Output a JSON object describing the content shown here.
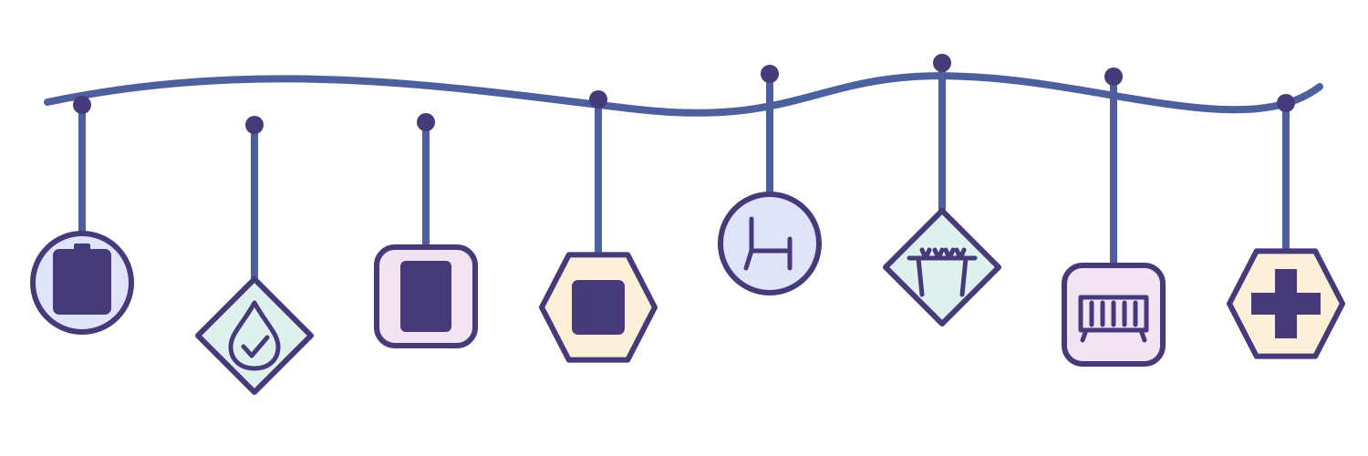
{
  "colors": {
    "background": "#ffffff",
    "string": "#4e5f9e",
    "outline": "#473a7a",
    "icon_fill": "#473a7a",
    "fill_blue": "#e0e4f8",
    "fill_mint": "#dff1ef",
    "fill_lavender": "#f3e4f4",
    "fill_cream": "#fdf0d9"
  },
  "ornaments": [
    {
      "shape": "circle",
      "fill": "fill_blue",
      "icon": "battery-icon"
    },
    {
      "shape": "diamond",
      "fill": "fill_mint",
      "icon": "water-drop-check-icon"
    },
    {
      "shape": "rounded-square",
      "fill": "fill_lavender",
      "icon": "tablet-icon"
    },
    {
      "shape": "hexagon",
      "fill": "fill_cream",
      "icon": "square-icon"
    },
    {
      "shape": "circle",
      "fill": "fill_blue",
      "icon": "chair-icon"
    },
    {
      "shape": "diamond",
      "fill": "fill_mint",
      "icon": "clothes-rack-icon"
    },
    {
      "shape": "rounded-square",
      "fill": "fill_lavender",
      "icon": "radiator-icon"
    },
    {
      "shape": "hexagon",
      "fill": "fill_cream",
      "icon": "medical-cross-icon"
    }
  ]
}
